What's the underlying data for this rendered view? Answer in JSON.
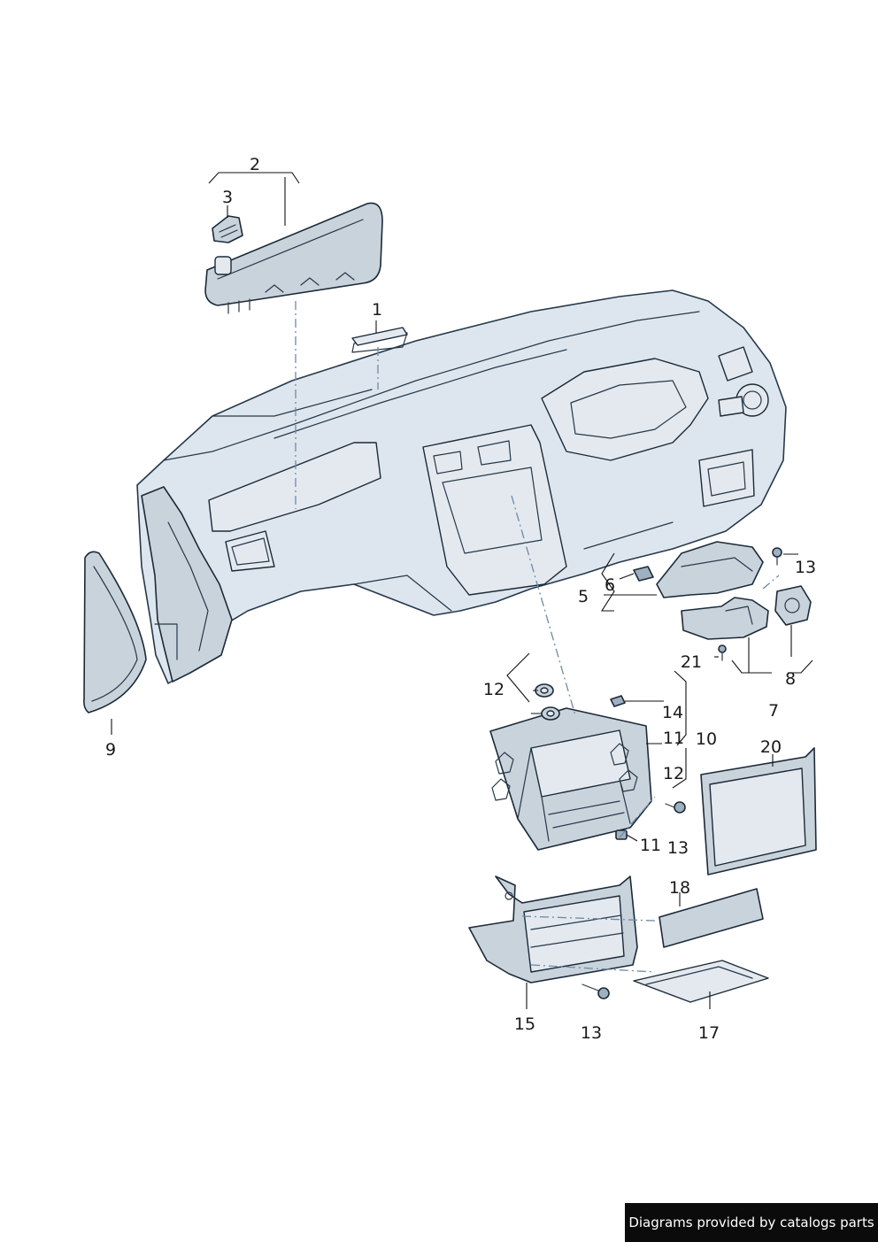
{
  "callouts": {
    "c1": "1",
    "c2": "2",
    "c3": "3",
    "c5": "5",
    "c6": "6",
    "c7": "7",
    "c8": "8",
    "c9": "9",
    "c10": "10",
    "c11a": "11",
    "c11b": "11",
    "c12a": "12",
    "c12b": "12",
    "c13a": "13",
    "c13b": "13",
    "c13c": "13",
    "c14": "14",
    "c15": "15",
    "c17": "17",
    "c18": "18",
    "c20": "20",
    "c21": "21"
  },
  "footer": {
    "credit": "Diagrams provided by catalogs parts"
  },
  "colors": {
    "part_fill": "#c9d3dc",
    "outline": "#1c2a38",
    "leader": "#111111",
    "banner": "#0b0b0b"
  }
}
